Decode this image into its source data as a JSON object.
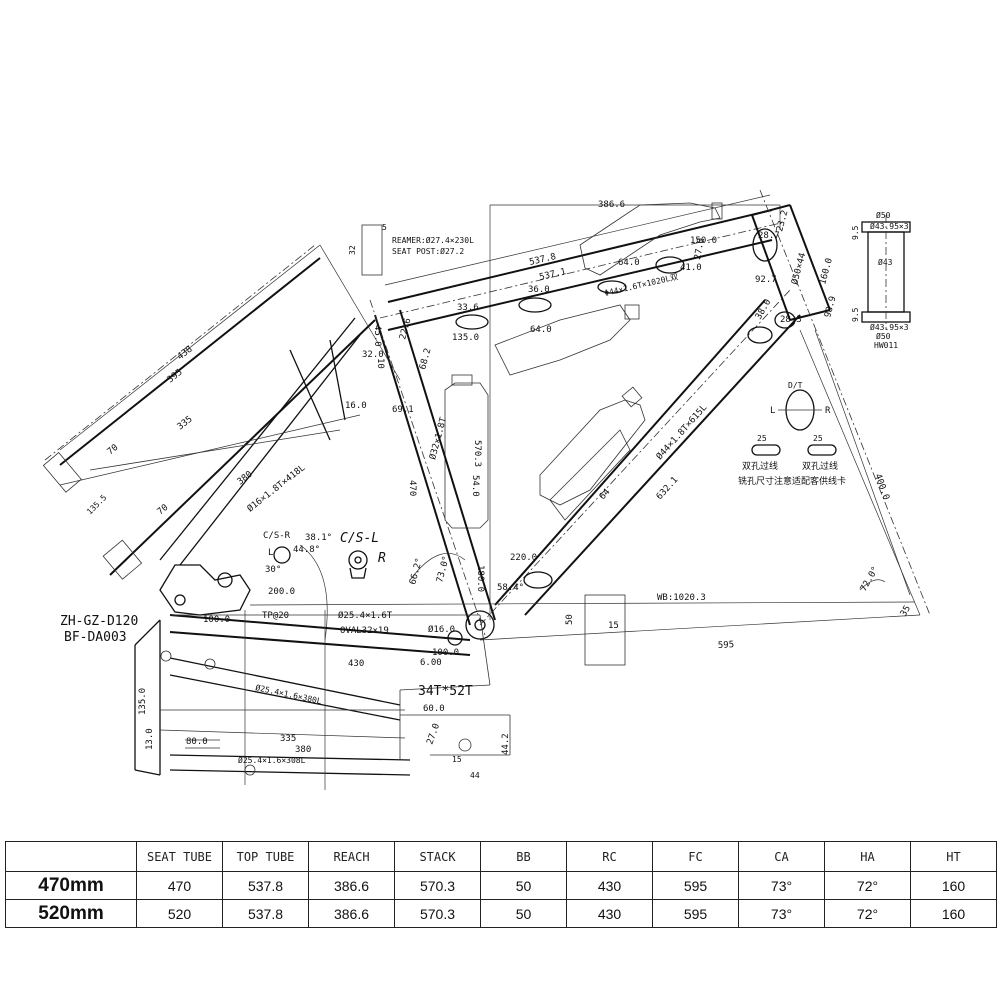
{
  "drawing": {
    "model_code": "ZH-GZ-D120",
    "part_code": "BF-DA003",
    "seatpost": {
      "dim_32": "32",
      "dim_5": "5",
      "reamer": "REAMER:Ø27.4×230L",
      "post": "SEAT POST:Ø27.2"
    },
    "top_tube": {
      "reach": "386.6",
      "length": "537.8",
      "length_alt": "537.1",
      "spec": "Φ44×1.6T×1020L双",
      "d_150": "150.0",
      "d_64a": "64.0",
      "d_36": "36.0",
      "d_64b": "64.0",
      "d_33": "33.6",
      "d_135": "135.0",
      "d_41": "41.0",
      "d_270": "27.0"
    },
    "head_tube": {
      "d_232": "23.2",
      "d_287": "28.7",
      "spec": "Ø50×44",
      "d_160": "160.0",
      "d_927": "92.7",
      "d_989": "98.9",
      "d_380": "38.0",
      "d_283": "28.3"
    },
    "headset_part": {
      "top": "Ø50",
      "bore_top": "Ø43.95×3",
      "inner": "Ø43",
      "bore_bot": "Ø43.95×3",
      "bottom": "Ø50",
      "h_top": "9.5",
      "h_bot": "9.5",
      "code": "HW011"
    },
    "down_tube": {
      "spec": "Ø44×1.8T×615L",
      "length": "632.1",
      "d_64": "64"
    },
    "cable_hole": {
      "dt_label": "D/T",
      "left": "L",
      "right": "R",
      "w1": "25",
      "w2": "25",
      "note1": "双孔过线",
      "note2": "双孔过线",
      "note3": "铣孔尺寸注意适配客供线卡"
    },
    "seat_tube": {
      "spec": "Ø32×1.8T",
      "stack": "570.3",
      "length": "470",
      "d_54": "54.0",
      "d_450": "45.0",
      "d_320": "32.0",
      "d_226": "22.6",
      "d_682": "68.2",
      "d_160": "16.0",
      "d_691": "69.1"
    },
    "seatstay": {
      "d_438": "438",
      "d_395": "395",
      "d_335": "335",
      "d_380": "380",
      "d_70a": "70",
      "d_70b": "70",
      "d_1355": "135.5",
      "spec": "Ø16×1.8T×418L",
      "d_381": "38.1°",
      "d_448": "44.8°",
      "d_30": "30°",
      "d_200": "200.0",
      "d_1000a": "100.0",
      "d_tp": "TP@20"
    },
    "brake_mount": {
      "csr": "C/S-R",
      "csl": "C/S-L",
      "l": "L",
      "r": "R"
    },
    "bottom": {
      "wb": "WB:1020.3",
      "fc": "595",
      "bb": "50",
      "d_15": "15",
      "d_220": "220.0",
      "d_584": "58.4°",
      "d_730": "73.0°",
      "d_662": "66.2°",
      "d_1800": "180.0",
      "d_1000b": "100.0",
      "d_600": "6.00",
      "d_160b": "Ø16.0",
      "ha": "72.0°",
      "d_4000": "400.0",
      "d_35": "35"
    },
    "chainstay": {
      "spec1": "Ø25.4×1.6T",
      "spec2": "OVAL32×19",
      "d_430": "430",
      "spec3": "Ø25.4×1.6×380L",
      "d_335": "335",
      "d_380": "380",
      "spec4": "Ø25.4×1.6×308L",
      "chainring": "34T*52T",
      "d_135": "135.0",
      "d_80": "80.0",
      "d_130": "13.0",
      "d_600b": "60.0",
      "d_270b": "27.0",
      "d_442": "44.2",
      "d_44": "44",
      "d_15b": "15"
    }
  },
  "table": {
    "headers": [
      "SEAT TUBE",
      "TOP TUBE",
      "REACH",
      "STACK",
      "BB",
      "RC",
      "FC",
      "CA",
      "HA",
      "HT"
    ],
    "rows": [
      {
        "size": "470mm",
        "cells": [
          "470",
          "537.8",
          "386.6",
          "570.3",
          "50",
          "430",
          "595",
          "73°",
          "72°",
          "160"
        ]
      },
      {
        "size": "520mm",
        "cells": [
          "520",
          "537.8",
          "386.6",
          "570.3",
          "50",
          "430",
          "595",
          "73°",
          "72°",
          "160"
        ]
      }
    ]
  }
}
